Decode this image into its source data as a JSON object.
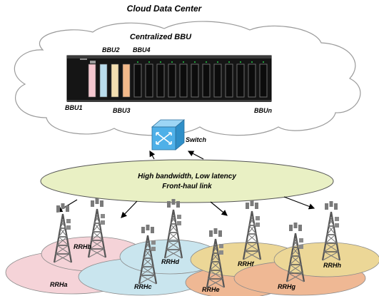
{
  "title": "Cloud Data Center",
  "pool_label": "Centralized BBU",
  "bbu_labels": {
    "bbu1": "BBU1",
    "bbu2": "BBU2",
    "bbu3": "BBU3",
    "bbu4": "BBU4",
    "bbun": "BBUn"
  },
  "switch_label": "Switch",
  "fronthaul": {
    "line1": "High bandwidth, Low latency",
    "line2": "Front-haul link"
  },
  "rrh_labels": {
    "a": "RRHa",
    "b": "RRHb",
    "c": "RRHc",
    "d": "RRHd",
    "e": "RRHe",
    "f": "RRHf",
    "g": "RRHg",
    "h": "RRHh"
  },
  "colors": {
    "cell_pink": "#f5d3d8",
    "cell_blue": "#c9e5ee",
    "cell_orange": "#efb894",
    "cell_yellow": "#ecd797",
    "ellipse_green": "#e9f0c4",
    "switch_blue": "#4fb0e8",
    "card_pink": "#f4c7cf",
    "card_blue": "#b9dcec",
    "card_cream": "#f3deb0",
    "card_orange": "#f3b98a",
    "rack_dark": "#151515"
  },
  "icons": [
    "cloud-icon",
    "server-rack-icon",
    "network-switch-icon",
    "cell-tower-icon"
  ]
}
